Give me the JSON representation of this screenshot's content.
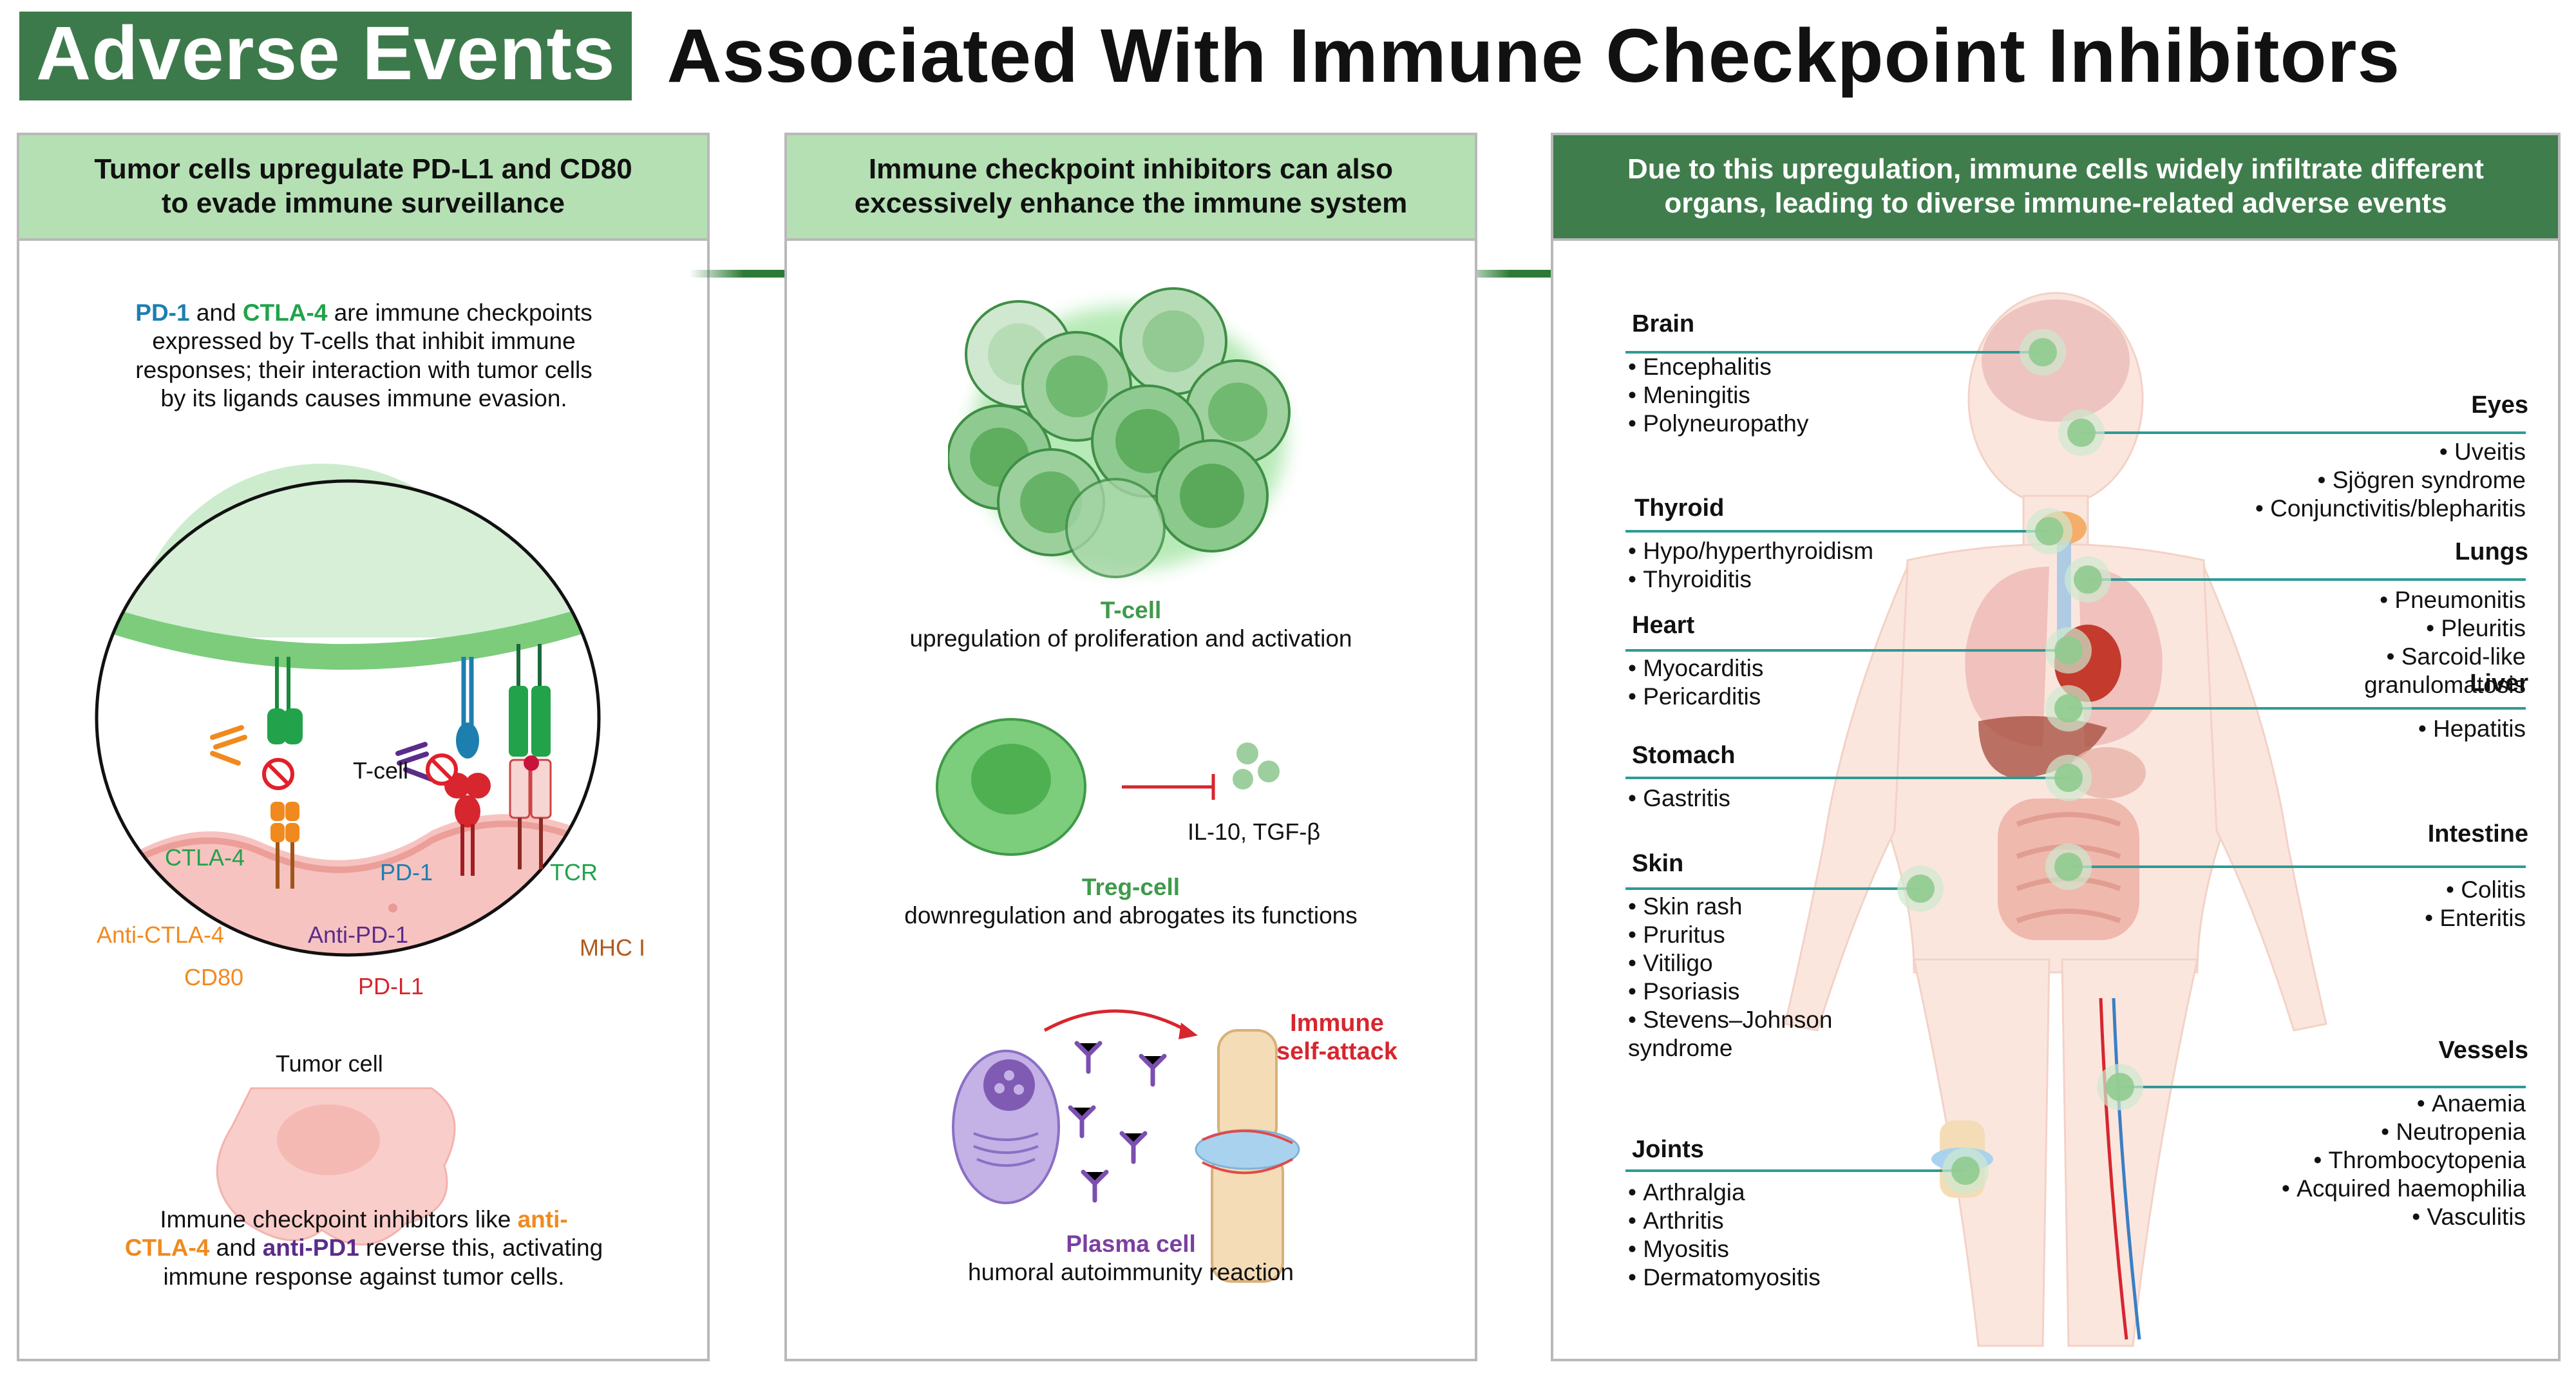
{
  "title": {
    "box": "Adverse Events",
    "rest": "Associated With Immune Checkpoint Inhibitors"
  },
  "colors": {
    "dark_green": "#3d7a4b",
    "light_green": "#b5e0b4",
    "teal_line": "#2e9a95",
    "pd1_blue": "#1d7fb0",
    "ctla4_green": "#22a24b",
    "anti_orange": "#f08a1e",
    "anti_purple": "#5b2c8a"
  },
  "panel1": {
    "header": [
      "Tumor cells upregulate PD-L1 and CD80",
      "to evade immune surveillance"
    ],
    "intro": {
      "pd1": "PD-1",
      "and": " and ",
      "ctla4": "CTLA-4",
      "rest1": " are immune checkpoints",
      "line2": "expressed by T-cells that inhibit immune",
      "line3": "responses; their interaction with tumor cells",
      "line4": "by its ligands causes immune evasion."
    },
    "labels": {
      "tcell": "T-cell",
      "ctla4": "CTLA-4",
      "pd1": "PD-1",
      "tcr": "TCR",
      "anti_ctla4": "Anti-CTLA-4",
      "anti_pd1": "Anti-PD-1",
      "mhc": "MHC I",
      "cd80": "CD80",
      "pdl1": "PD-L1",
      "tumor": "Tumor cell"
    },
    "outro": {
      "l1a": "Immune checkpoint inhibitors like ",
      "l1b": "anti-",
      "l2a": "CTLA-4",
      "l2b": " and ",
      "l2c": "anti-PD1",
      "l2d": " reverse this, activating",
      "l3": "immune response against tumor cells."
    }
  },
  "panel2": {
    "header": [
      "Immune checkpoint inhibitors can also",
      "excessively enhance the immune system"
    ],
    "tcell": {
      "name": "T-cell",
      "desc": "upregulation of proliferation and activation"
    },
    "treg": {
      "name": "Treg-cell",
      "desc": "downregulation and abrogates its functions",
      "cytokines": "IL-10, TGF-β"
    },
    "plasma": {
      "name": "Plasma cell",
      "desc": "humoral autoimmunity reaction",
      "attack": [
        "Immune",
        "self-attack"
      ]
    }
  },
  "panel3": {
    "header": [
      "Due to this upregulation, immune cells widely infiltrate different",
      "organs, leading to diverse immune-related adverse events"
    ],
    "left_organs": [
      {
        "name": "Brain",
        "items": [
          "Encephalitis",
          "Meningitis",
          "Polyneuropathy"
        ]
      },
      {
        "name": "Thyroid",
        "items": [
          "Hypo/hyperthyroidism",
          "Thyroiditis"
        ]
      },
      {
        "name": "Heart",
        "items": [
          "Myocarditis",
          "Pericarditis"
        ]
      },
      {
        "name": "Stomach",
        "items": [
          "Gastritis"
        ]
      },
      {
        "name": "Skin",
        "items": [
          "Skin rash",
          "Pruritus",
          "Vitiligo",
          "Psoriasis",
          "Stevens–Johnson syndrome"
        ]
      },
      {
        "name": "Joints",
        "items": [
          "Arthralgia",
          "Arthritis",
          "Myositis",
          "Dermatomyositis"
        ]
      }
    ],
    "right_organs": [
      {
        "name": "Eyes",
        "items": [
          "Uveitis",
          "Sjögren syndrome",
          "Conjunctivitis/blepharitis"
        ]
      },
      {
        "name": "Lungs",
        "items": [
          "Pneumonitis",
          "Pleuritis",
          "Sarcoid-like granulomatosis"
        ]
      },
      {
        "name": "Liver",
        "items": [
          "Hepatitis"
        ]
      },
      {
        "name": "Intestine",
        "items": [
          "Colitis",
          "Enteritis"
        ]
      },
      {
        "name": "Vessels",
        "items": [
          "Anaemia",
          "Neutropenia",
          "Thrombocytopenia",
          "Acquired haemophilia",
          "Vasculitis"
        ]
      }
    ]
  }
}
